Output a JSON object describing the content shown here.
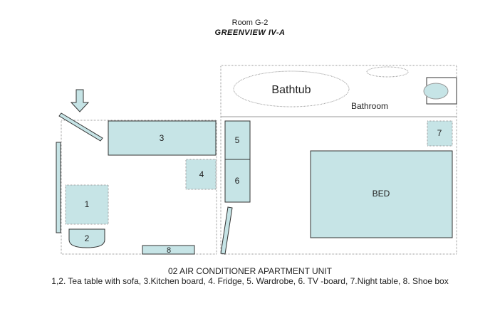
{
  "header": {
    "room": "Room G-2",
    "building": "GREENVIEW IV-A"
  },
  "plan": {
    "bathroom_label": "Bathroom",
    "bathtub_label": "Bathtub",
    "bed_label": "BED",
    "items": {
      "item1": "1",
      "item2": "2",
      "item3": "3",
      "item4": "4",
      "item5": "5",
      "item6": "6",
      "item7": "7",
      "item8": "8"
    }
  },
  "caption": {
    "line1": "02 AIR CONDITIONER APARTMENT UNIT",
    "line2": "1,2. Tea table with sofa, 3.Kitchen board, 4. Fridge, 5. Wardrobe, 6. TV -board, 7.Night table, 8. Shoe box"
  },
  "colors": {
    "fill": "#c6e4e6",
    "stroke": "#333333",
    "dotted": "#999999"
  }
}
